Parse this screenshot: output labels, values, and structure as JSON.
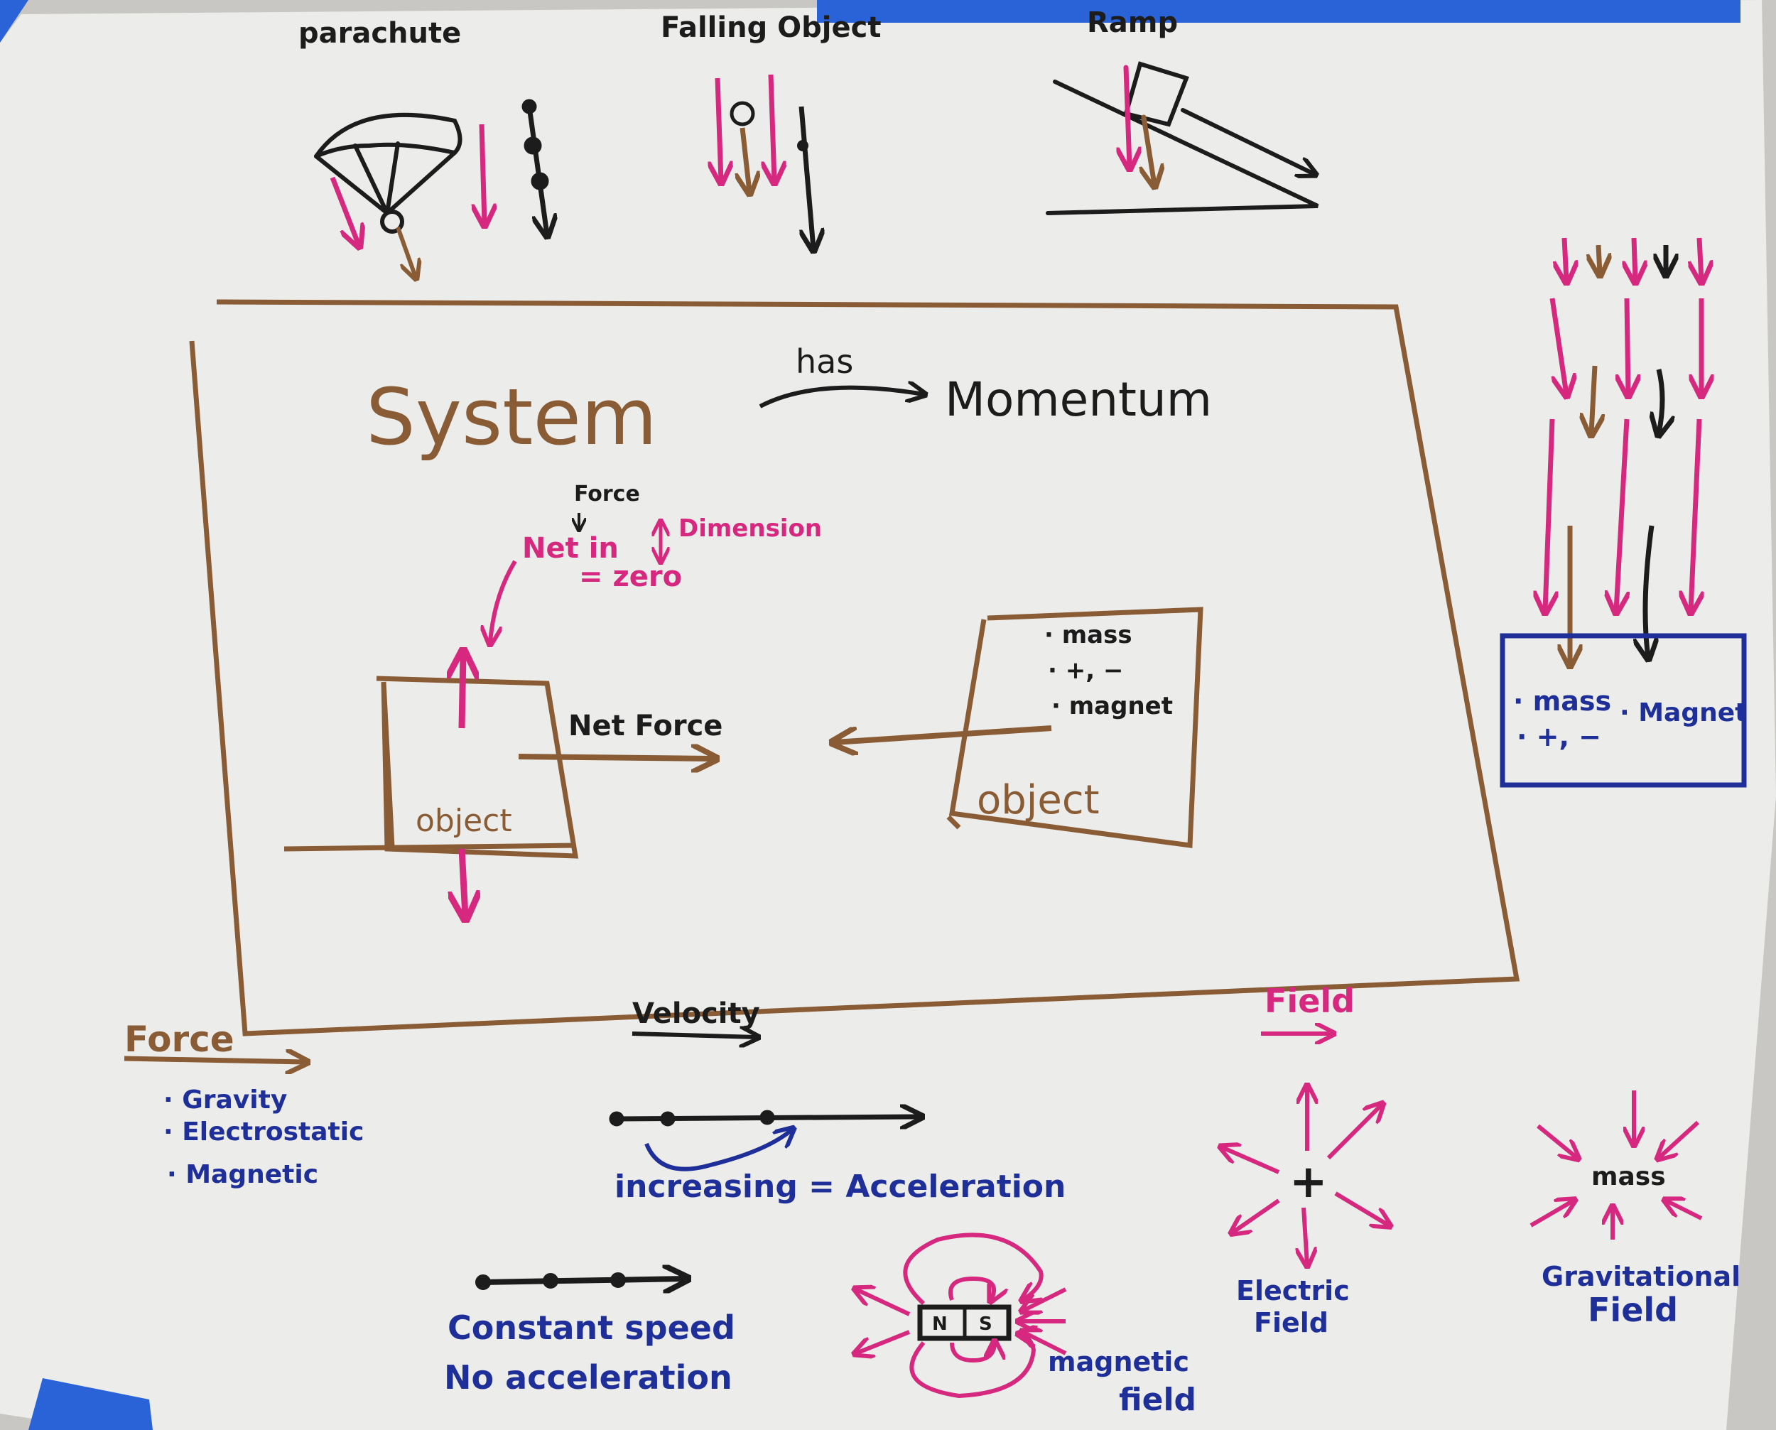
{
  "colors": {
    "paper": "#ecedea",
    "black": "#1c1c1c",
    "brown": "#8a5c36",
    "magenta": "#d6287e",
    "blue": "#1f2f9a",
    "tape": "#2a62d8"
  },
  "top": {
    "parachute": "parachute",
    "falling": "Falling Object",
    "ramp": "Ramp"
  },
  "system": {
    "title": "System",
    "has": "has",
    "momentum": "Momentum",
    "force_small": "Force",
    "net_in": "Net in",
    "dimension": "Dimension",
    "equals_zero": "= zero",
    "net_force": "Net Force",
    "object_left": "object",
    "object_right": "object",
    "right_props": [
      "· mass",
      "· +, −",
      "· magnet"
    ]
  },
  "blue_box": {
    "props_a": "· mass",
    "props_b": "· +, −",
    "props_c": "· Magnet"
  },
  "force": {
    "title": "Force",
    "items": [
      "· Gravity",
      "· Electrostatic",
      "· Magnetic"
    ]
  },
  "velocity": {
    "title": "Velocity",
    "increasing": "increasing = Acceleration",
    "constant": "Constant speed",
    "no_accel": "No acceleration"
  },
  "field": {
    "title": "Field",
    "plus": "+",
    "electric": [
      "Electric",
      "Field"
    ],
    "magnet_n": "N",
    "magnet_s": "S",
    "magnetic": [
      "magnetic",
      "field"
    ],
    "mass": "mass",
    "grav": [
      "Gravitational",
      "Field"
    ]
  }
}
